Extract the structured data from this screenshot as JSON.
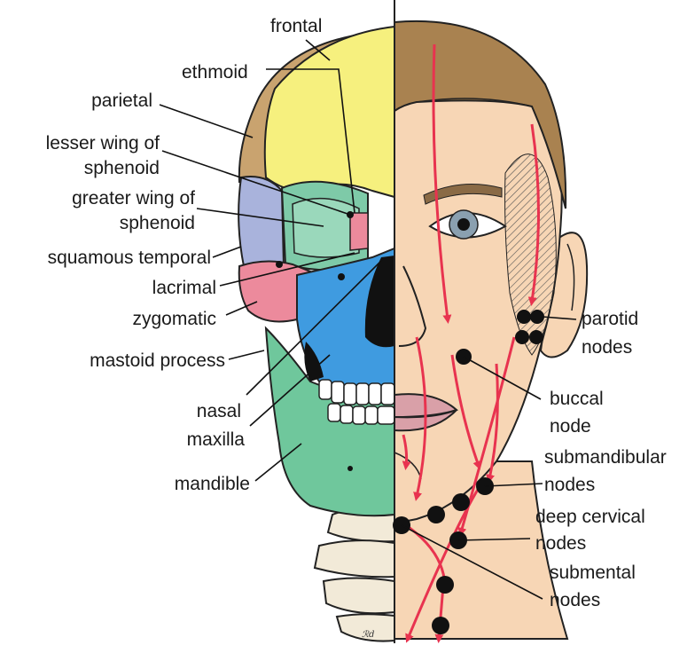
{
  "labels": {
    "frontal": "frontal",
    "ethmoid": "ethmoid",
    "parietal": "parietal",
    "lesser_wing_1": "lesser wing of",
    "lesser_wing_2": "sphenoid",
    "greater_wing_1": "greater wing of",
    "greater_wing_2": "sphenoid",
    "squamous_temporal": "squamous temporal",
    "lacrimal": "lacrimal",
    "zygomatic": "zygomatic",
    "mastoid_process": "mastoid process",
    "nasal": "nasal",
    "maxilla": "maxilla",
    "mandible": "mandible",
    "parotid_1": "parotid",
    "parotid_2": "nodes",
    "buccal_1": "buccal",
    "buccal_2": "node",
    "submandibular_1": "submandibular",
    "submandibular_2": "nodes",
    "deep_cervical_1": "deep cervical",
    "deep_cervical_2": "nodes",
    "submental_1": "submental",
    "submental_2": "nodes"
  },
  "colors": {
    "frontal_bone": "#f6f07e",
    "parietal_bone": "#c9a36f",
    "temporal_bone": "#a9b3dc",
    "zygomatic_bone": "#ec8a9c",
    "maxilla_bone": "#3f9be0",
    "mandible_bone": "#6fc79c",
    "sphenoid_bone": "#7ecaa8",
    "skin": "#f7d6b5",
    "hair": "#a98250",
    "lymph_arrows": "#e8334f",
    "nodes": "#111111"
  }
}
